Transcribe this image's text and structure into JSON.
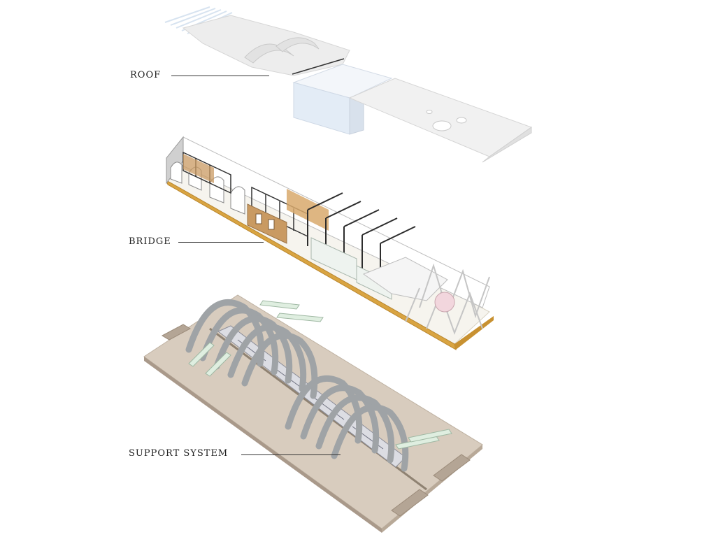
{
  "labels": {
    "roof": "ROOF",
    "bridge": "BRIDGE",
    "support": "SUPPORT SYSTEM"
  },
  "colors": {
    "roof": "#efefef",
    "bridge_floor": "#d9a441",
    "wood_panel": "#c99a62",
    "ground": "#d8ccbe",
    "arch": "#9fa3a6",
    "train": "#dcdde3"
  }
}
